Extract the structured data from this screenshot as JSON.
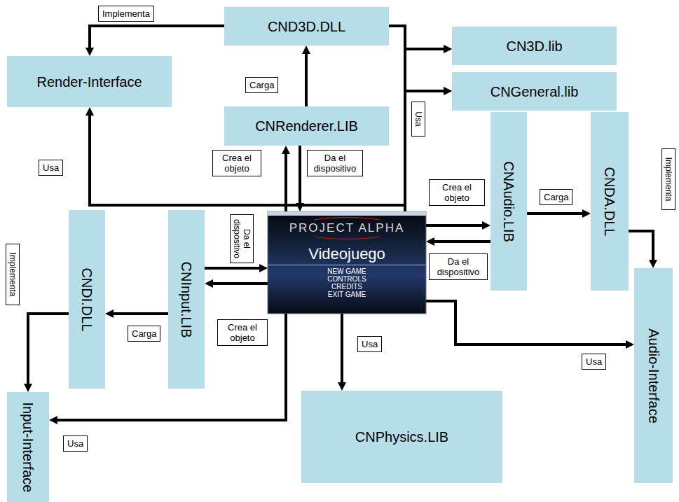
{
  "diagram": {
    "nodes": [
      {
        "text": [
          "CND3D.DLL"
        ]
      },
      {
        "text": [
          "CN3D.lib"
        ]
      },
      {
        "text": [
          "Render-Interface"
        ]
      },
      {
        "text": [
          "CNGeneral.lib"
        ]
      },
      {
        "text": [
          "CNRenderer.LIB"
        ]
      },
      {
        "text": [
          "CNAudio.LIB"
        ]
      },
      {
        "text": [
          "CNDA.DLL"
        ]
      },
      {
        "text": [
          "PROJECT ALPHA",
          "Videojuego",
          "NEW GAME",
          "CONTROLS",
          "CREDITS",
          "EXIT GAME"
        ]
      },
      {
        "text": [
          "CNDI.DLL"
        ]
      },
      {
        "text": [
          "CNInput.LIB"
        ]
      },
      {
        "text": [
          "Audio-Interface"
        ]
      },
      {
        "text": [
          "CNPhysics.LIB"
        ]
      },
      {
        "text": [
          "Input-Interface"
        ]
      }
    ],
    "edges": [
      {
        "from": 0,
        "to": 2,
        "arrow": "to",
        "label": "Implementa"
      },
      {
        "from": 4,
        "to": 0,
        "arrow": "to",
        "label": "Carga"
      },
      {
        "from": 7,
        "to": 4,
        "arrow": "to",
        "label": "Crea el objeto"
      },
      {
        "from": 4,
        "to": 7,
        "arrow": "to",
        "label": "Da el dispositivo"
      },
      {
        "from": 7,
        "to": 2,
        "arrow": "to",
        "label": "Usa"
      },
      {
        "from": 0,
        "to": 1,
        "arrow": "to"
      },
      {
        "from": 0,
        "to": 3,
        "arrow": "to"
      },
      {
        "from": 7,
        "to": 1,
        "arrow": "to"
      },
      {
        "from": 7,
        "to": 3,
        "arrow": "to",
        "label": "Usa"
      },
      {
        "from": 7,
        "to": 5,
        "arrow": "to",
        "label": "Crea el objeto"
      },
      {
        "from": 5,
        "to": 7,
        "arrow": "to",
        "label": "Da el dispositivo"
      },
      {
        "from": 5,
        "to": 6,
        "arrow": "to",
        "label": "Carga"
      },
      {
        "from": 6,
        "to": 10,
        "arrow": "to",
        "label": "Implementa"
      },
      {
        "from": 7,
        "to": 10,
        "arrow": "to",
        "label": "Usa"
      },
      {
        "from": 7,
        "to": 11,
        "arrow": "to",
        "label": "Usa"
      },
      {
        "from": 7,
        "to": 12,
        "arrow": "to",
        "label": "Usa"
      },
      {
        "from": 9,
        "to": 7,
        "arrow": "to",
        "label": "Da el dispositivo"
      },
      {
        "from": 7,
        "to": 9,
        "arrow": "to",
        "label": "Crea el objeto"
      },
      {
        "from": 9,
        "to": 8,
        "arrow": "to",
        "label": "Carga"
      },
      {
        "from": 8,
        "to": 12,
        "arrow": "to",
        "label": "Implementa"
      }
    ]
  }
}
